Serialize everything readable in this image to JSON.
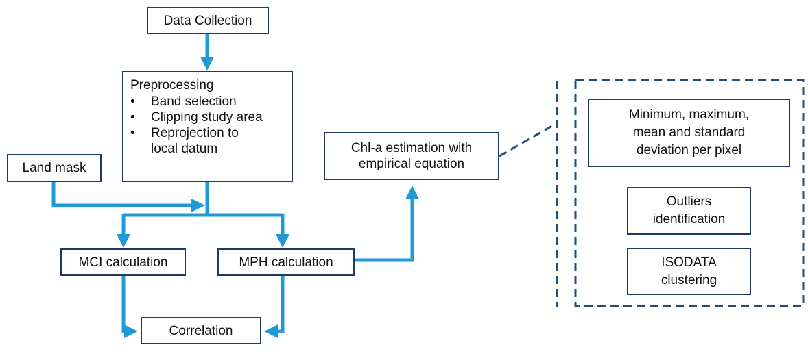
{
  "nodes": {
    "data_collection": "Data Collection",
    "preprocessing": {
      "title": "Preprocessing",
      "items": [
        "Band selection",
        "Clipping study area",
        "Reprojection to\nlocal datum"
      ]
    },
    "land_mask": "Land mask",
    "chla_estimation": "Chl-a estimation with\nempirical equation",
    "mci_calculation": "MCI calculation",
    "mph_calculation": "MPH calculation",
    "correlation": "Correlation",
    "stats_per_pixel": "Minimum, maximum,\nmean and standard\ndeviation per pixel",
    "outliers": "Outliers\nidentification",
    "isodata": "ISODATA\nclustering"
  },
  "colors": {
    "arrow": "#1e9bd7",
    "box_border": "#1f3864",
    "dashed": "#1f4e79"
  }
}
